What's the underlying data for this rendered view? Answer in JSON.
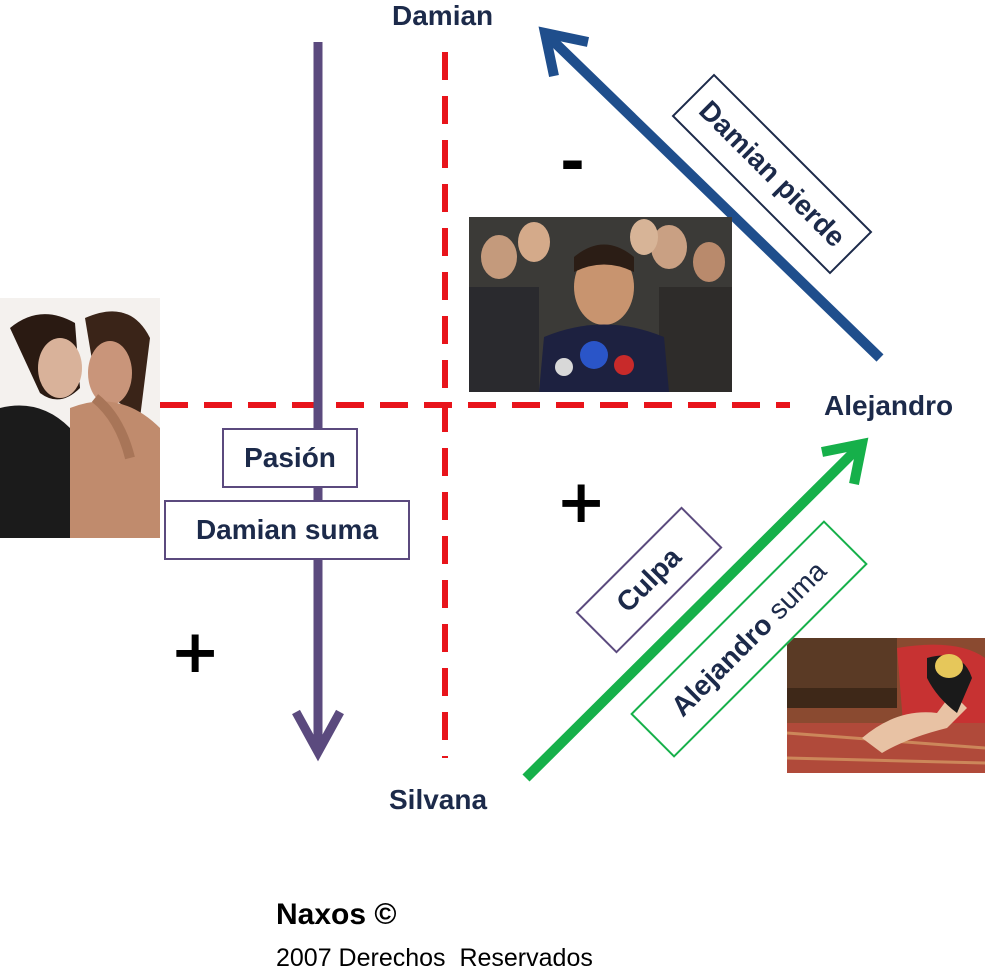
{
  "nodes": {
    "top": "Damian",
    "right": "Alejandro",
    "bottom": "Silvana"
  },
  "signs": {
    "upper_right": "-",
    "lower_right": "+",
    "lower_left": "+"
  },
  "labels": {
    "pasion": "Pasión",
    "damian_suma": "Damian suma",
    "damian_pierde": "Damian pierde",
    "culpa": "Culpa",
    "alejandro_suma_bold": "Alejandro",
    "alejandro_suma_rest": " suma"
  },
  "footer": {
    "title": "Naxos ©",
    "subtitle": "2007 Derechos  Reservados"
  },
  "colors": {
    "purple": "#5b4a7e",
    "navy": "#1f4e8c",
    "green": "#16b04a",
    "red_dashed": "#e8141b",
    "text": "#1c2a4a"
  }
}
